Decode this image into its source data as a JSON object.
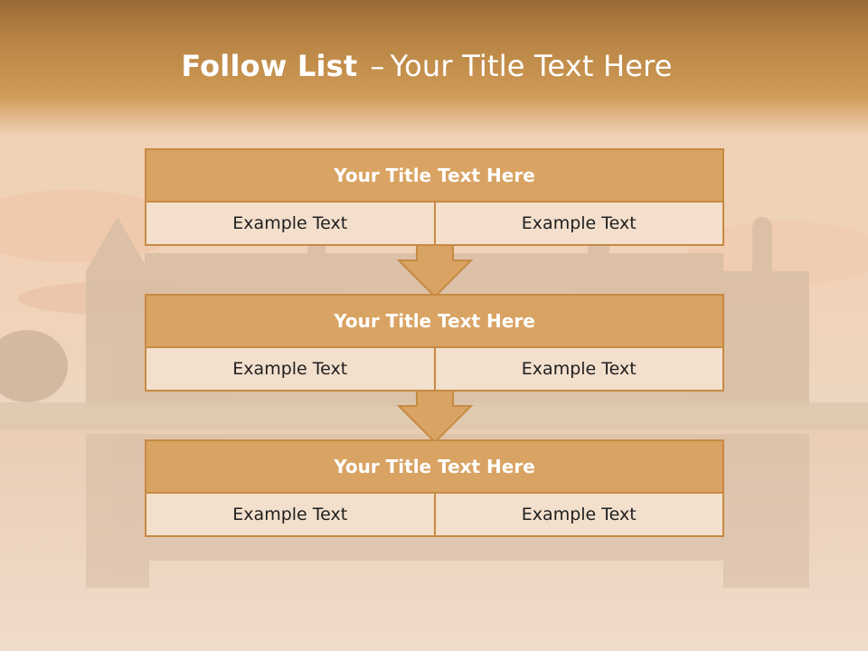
{
  "title": {
    "strong": "Follow List",
    "separator": "–",
    "rest": "Your Title Text Here"
  },
  "blocks": [
    {
      "title": "Your Title Text Here",
      "cells": [
        "Example Text",
        "Example Text"
      ]
    },
    {
      "title": "Your Title Text Here",
      "cells": [
        "Example Text",
        "Example Text"
      ]
    },
    {
      "title": "Your Title Text Here",
      "cells": [
        "Example Text",
        "Example Text"
      ]
    }
  ],
  "colors": {
    "accent": "#d9a363",
    "border": "#c68a43",
    "header_band": "#b98545"
  }
}
